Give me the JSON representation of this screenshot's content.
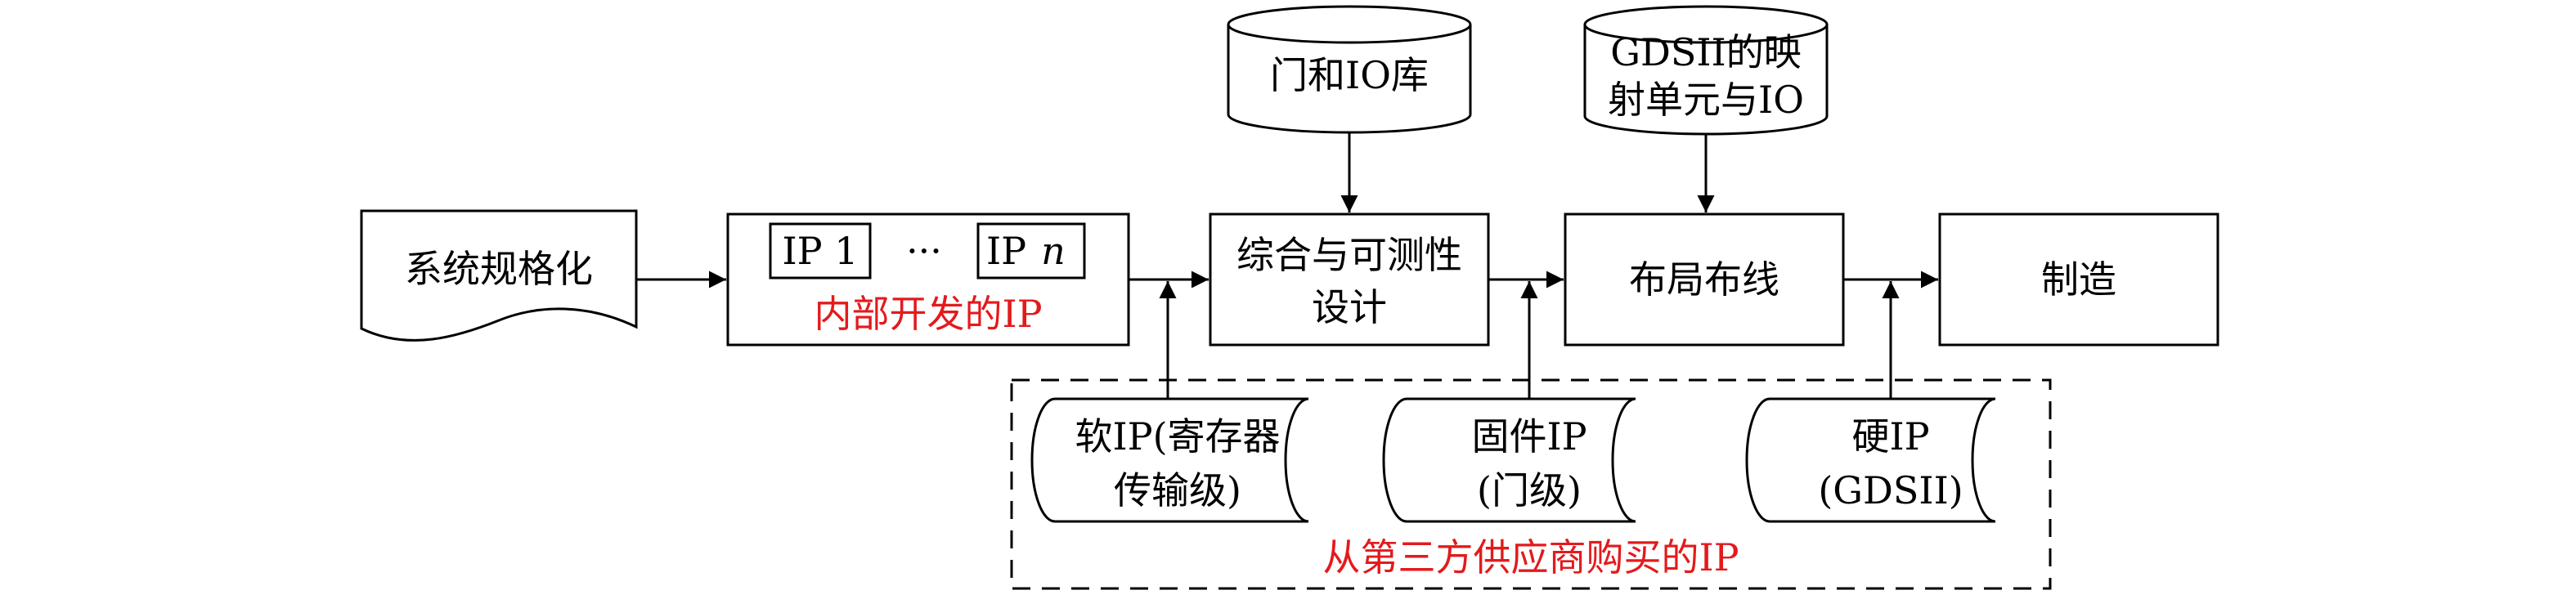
{
  "nodes": {
    "spec": "系统规格化",
    "ip_box_1": "IP 1",
    "ip_dots": "···",
    "ip_box_n": "IP",
    "ip_box_n_var": "n",
    "inhouse_label": "内部开发的IP",
    "synth_line1": "综合与可测性",
    "synth_line2": "设计",
    "pnr": "布局布线",
    "mfg": "制造",
    "gate_lib": "门和IO库",
    "gds_lib_line1": "GDSII的映",
    "gds_lib_line2": "射单元与IO",
    "soft_ip_line1": "软IP(寄存器",
    "soft_ip_line2": "传输级)",
    "firm_ip_line1": "固件IP",
    "firm_ip_line2": "(门级)",
    "hard_ip_line1": "硬IP",
    "hard_ip_line2": "(GDSII)",
    "third_party_label": "从第三方供应商购买的IP"
  },
  "colors": {
    "stroke": "#000000",
    "highlight": "#e31a1c"
  }
}
